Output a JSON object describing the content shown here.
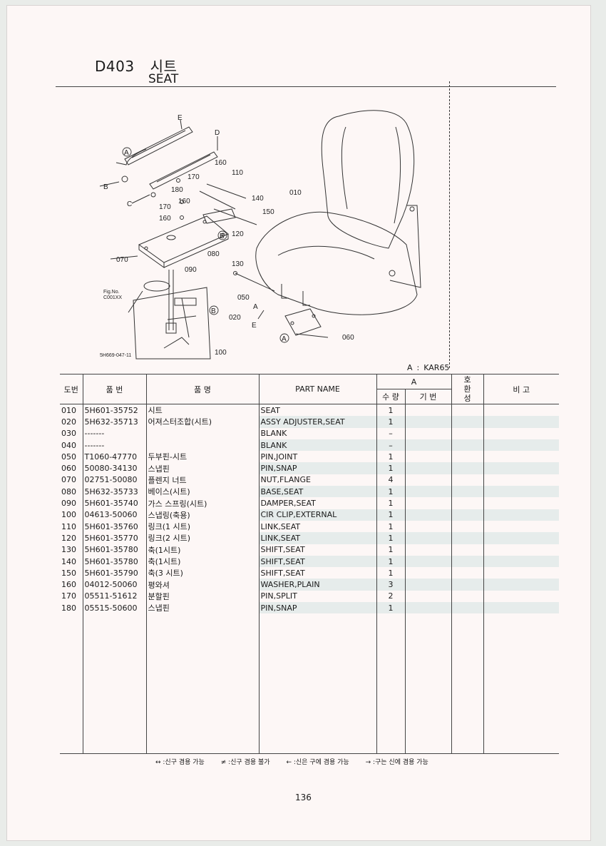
{
  "header": {
    "code": "D403",
    "title_kr": "시트",
    "title_en": "SEAT"
  },
  "diagram": {
    "labels": [
      "E",
      "D",
      "160",
      "110",
      "170",
      "180",
      "140",
      "010",
      "160",
      "170",
      "150",
      "160",
      "120",
      "070",
      "080",
      "130",
      "090",
      "050",
      "020",
      "060",
      "100"
    ],
    "callouts": [
      "A",
      "B",
      "C"
    ],
    "figno": "Fig.No.",
    "figno_code": "C001XX",
    "drawing_code": "5H669-047-11"
  },
  "variant": {
    "label": "A",
    "sep": ":",
    "model": "KAR65"
  },
  "table": {
    "headers": {
      "no": "도번",
      "part_no": "품  번",
      "name_kr": "품          명",
      "part_name": "PART NAME",
      "group_a": "A",
      "qty": "수 량",
      "base_no": "기 번",
      "compat": "호\n환\n성",
      "remarks": "비  고"
    },
    "rows": [
      {
        "no": "010",
        "part": "5H601-35752",
        "kr": "시트",
        "en": "SEAT",
        "qty": "1"
      },
      {
        "no": "020",
        "part": "5H632-35713",
        "kr": "어져스터조합(시트)",
        "en": "ASSY ADJUSTER,SEAT",
        "qty": "1"
      },
      {
        "no": "030",
        "part": "-------",
        "kr": "",
        "en": "BLANK",
        "qty": "–"
      },
      {
        "no": "040",
        "part": "-------",
        "kr": "",
        "en": "BLANK",
        "qty": "–"
      },
      {
        "no": "050",
        "part": "T1060-47770",
        "kr": "두부핀-시트",
        "en": "PIN,JOINT",
        "qty": "1"
      },
      {
        "no": "060",
        "part": "50080-34130",
        "kr": "스냅핀",
        "en": "PIN,SNAP",
        "qty": "1"
      },
      {
        "no": "070",
        "part": "02751-50080",
        "kr": "플렌지 너트",
        "en": "NUT,FLANGE",
        "qty": "4"
      },
      {
        "no": "080",
        "part": "5H632-35733",
        "kr": "베이스(시트)",
        "en": "BASE,SEAT",
        "qty": "1"
      },
      {
        "no": "090",
        "part": "5H601-35740",
        "kr": "가스 스프링(시트)",
        "en": "DAMPER,SEAT",
        "qty": "1"
      },
      {
        "no": "100",
        "part": "04613-50060",
        "kr": "스냅링(축용)",
        "en": "CIR CLIP,EXTERNAL",
        "qty": "1"
      },
      {
        "no": "110",
        "part": "5H601-35760",
        "kr": "링크(1 시트)",
        "en": "LINK,SEAT",
        "qty": "1"
      },
      {
        "no": "120",
        "part": "5H601-35770",
        "kr": "링크(2 시트)",
        "en": "LINK,SEAT",
        "qty": "1"
      },
      {
        "no": "130",
        "part": "5H601-35780",
        "kr": "축(1시트)",
        "en": "SHIFT,SEAT",
        "qty": "1"
      },
      {
        "no": "140",
        "part": "5H601-35780",
        "kr": "축(1시트)",
        "en": "SHIFT,SEAT",
        "qty": "1"
      },
      {
        "no": "150",
        "part": "5H601-35790",
        "kr": "축(3 시트)",
        "en": "SHIFT,SEAT",
        "qty": "1"
      },
      {
        "no": "160",
        "part": "04012-50060",
        "kr": "평와셔",
        "en": "WASHER,PLAIN",
        "qty": "3"
      },
      {
        "no": "170",
        "part": "05511-51612",
        "kr": "분할핀",
        "en": "PIN,SPLIT",
        "qty": "2"
      },
      {
        "no": "180",
        "part": "05515-50600",
        "kr": "스냅핀",
        "en": "PIN,SNAP",
        "qty": "1"
      }
    ]
  },
  "legend": [
    "↔ :신구 겸용 가능",
    "≠ :신구 겸용 불가",
    "← :신은 구에 겸용 가능",
    "→ :구는 신에 겸용 가능"
  ],
  "page_number": "136"
}
